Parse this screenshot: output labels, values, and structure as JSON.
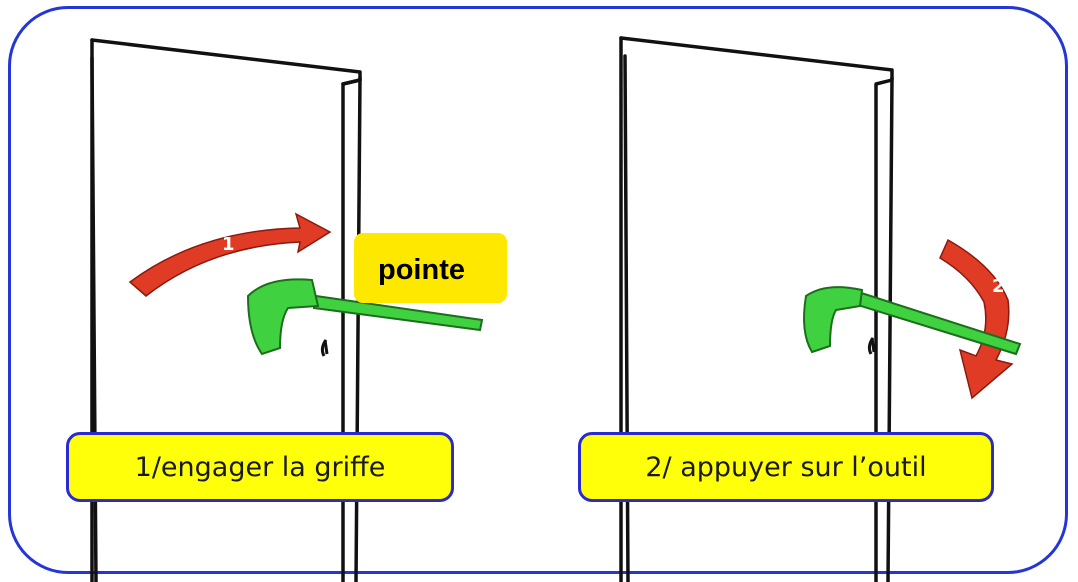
{
  "figure": {
    "step1": {
      "caption": "1/engager la griffe",
      "arrow_label": "1",
      "tooltip": "pointe"
    },
    "step2": {
      "caption": "2/ appuyer sur l’outil",
      "arrow_label": "2"
    }
  },
  "colors": {
    "frame_border": "#2437d6",
    "caption_fill": "#ffff0a",
    "caption_border": "#2a2ad0",
    "tooltip_fill": "#ffe800",
    "arrow_red": "#e03b24",
    "tool_green": "#3fd13f"
  }
}
